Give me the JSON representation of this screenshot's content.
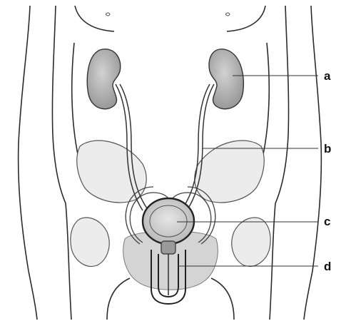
{
  "labels": {
    "a": "a",
    "b": "b",
    "c": "c",
    "d": "d"
  },
  "colors": {
    "outline": "#2b2b2b",
    "kidney_fill": "#bdbdbd",
    "skin_shade": "#e2e2e2",
    "background": "#ffffff"
  }
}
